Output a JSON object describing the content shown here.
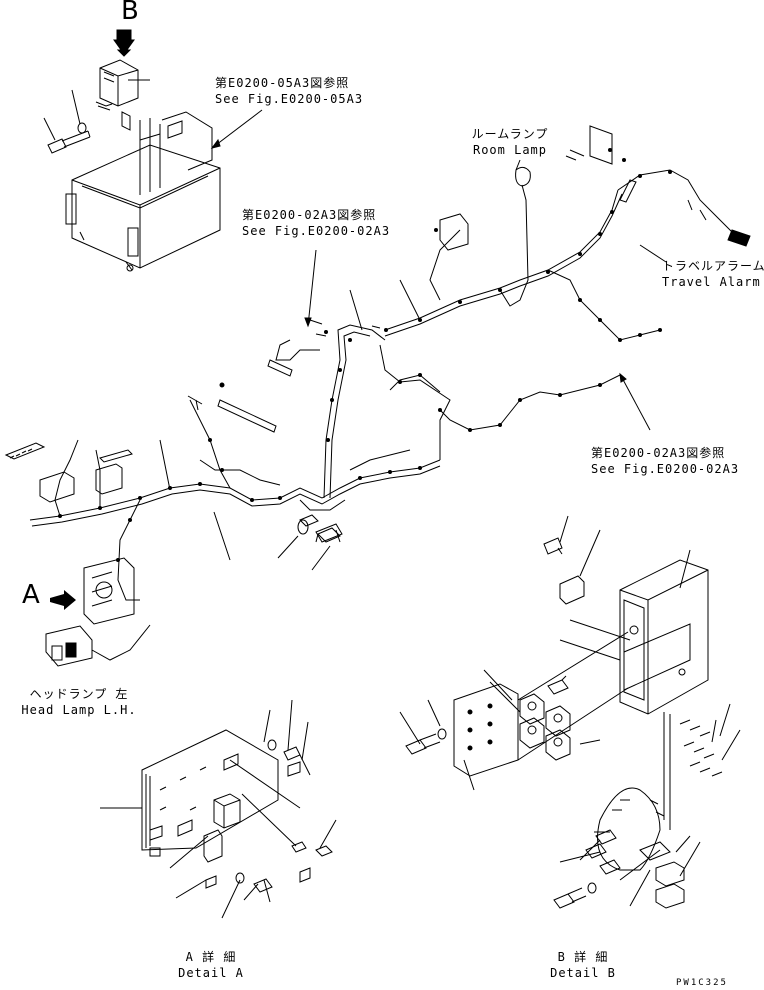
{
  "view_letters": {
    "b": "B",
    "a": "A"
  },
  "callouts": {
    "fig05_jp": "第E0200-05A3図参照",
    "fig05_en": "See Fig.E0200-05A3",
    "fig02_top_jp": "第E0200-02A3図参照",
    "fig02_top_en": "See Fig.E0200-02A3",
    "fig02_right_jp": "第E0200-02A3図参照",
    "fig02_right_en": "See Fig.E0200-02A3",
    "room_lamp_jp": "ルームランプ",
    "room_lamp_en": "Room Lamp",
    "travel_alarm_jp": "トラベルアラーム",
    "travel_alarm_en": "Travel Alarm",
    "head_lamp_jp": "ヘッドランプ 左",
    "head_lamp_en": "Head Lamp L.H."
  },
  "details": {
    "a_jp": "A 詳 細",
    "a_en": "Detail A",
    "b_jp": "B 詳 細",
    "b_en": "Detail B"
  },
  "drawing_code": "PW1C325"
}
